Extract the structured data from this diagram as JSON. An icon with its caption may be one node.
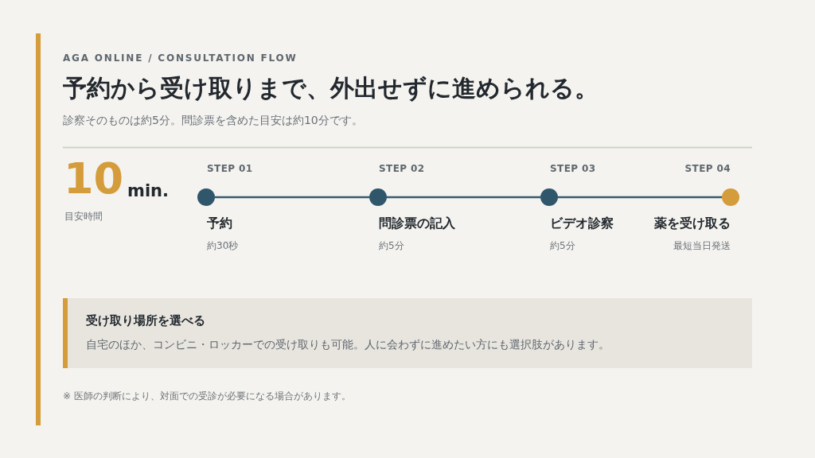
{
  "diagram": {
    "title": "予約から受け取りまで、外出せずに進められる。",
    "nodes": [
      {
        "text": [],
        "shape": "circle",
        "beside": [
          "STEP 01",
          "予約",
          "約30秒"
        ]
      },
      {
        "text": [],
        "shape": "circle",
        "beside": [
          "STEP 02",
          "問診票の記入",
          "約5分"
        ]
      },
      {
        "text": [],
        "shape": "circle",
        "beside": [
          "STEP 03",
          "ビデオ診察",
          "約5分"
        ]
      },
      {
        "text": [],
        "shape": "circle",
        "beside": [
          "STEP 04",
          "薬を受け取る",
          "最短当日発送"
        ]
      },
      {
        "text": [
          "受け取り場所を選べる",
          "自宅のほか、コンビニ・ロッカーでの受け取りも可能。人に会わずに進めたい方にも選択肢があります。"
        ]
      }
    ],
    "edges": [
      {
        "from": 0,
        "to": 1,
        "arrow": "none"
      },
      {
        "from": 1,
        "to": 2,
        "arrow": "none"
      },
      {
        "from": 2,
        "to": 3,
        "arrow": "none"
      }
    ],
    "labels": [
      "AGA ONLINE / CONSULTATION FLOW",
      "診察そのものは約5分。問診票を含めた目安は約10分です。",
      "10",
      "min.",
      "目安時間",
      "※ 医師の判断により、対面での受診が必要になる場合があります。"
    ]
  }
}
